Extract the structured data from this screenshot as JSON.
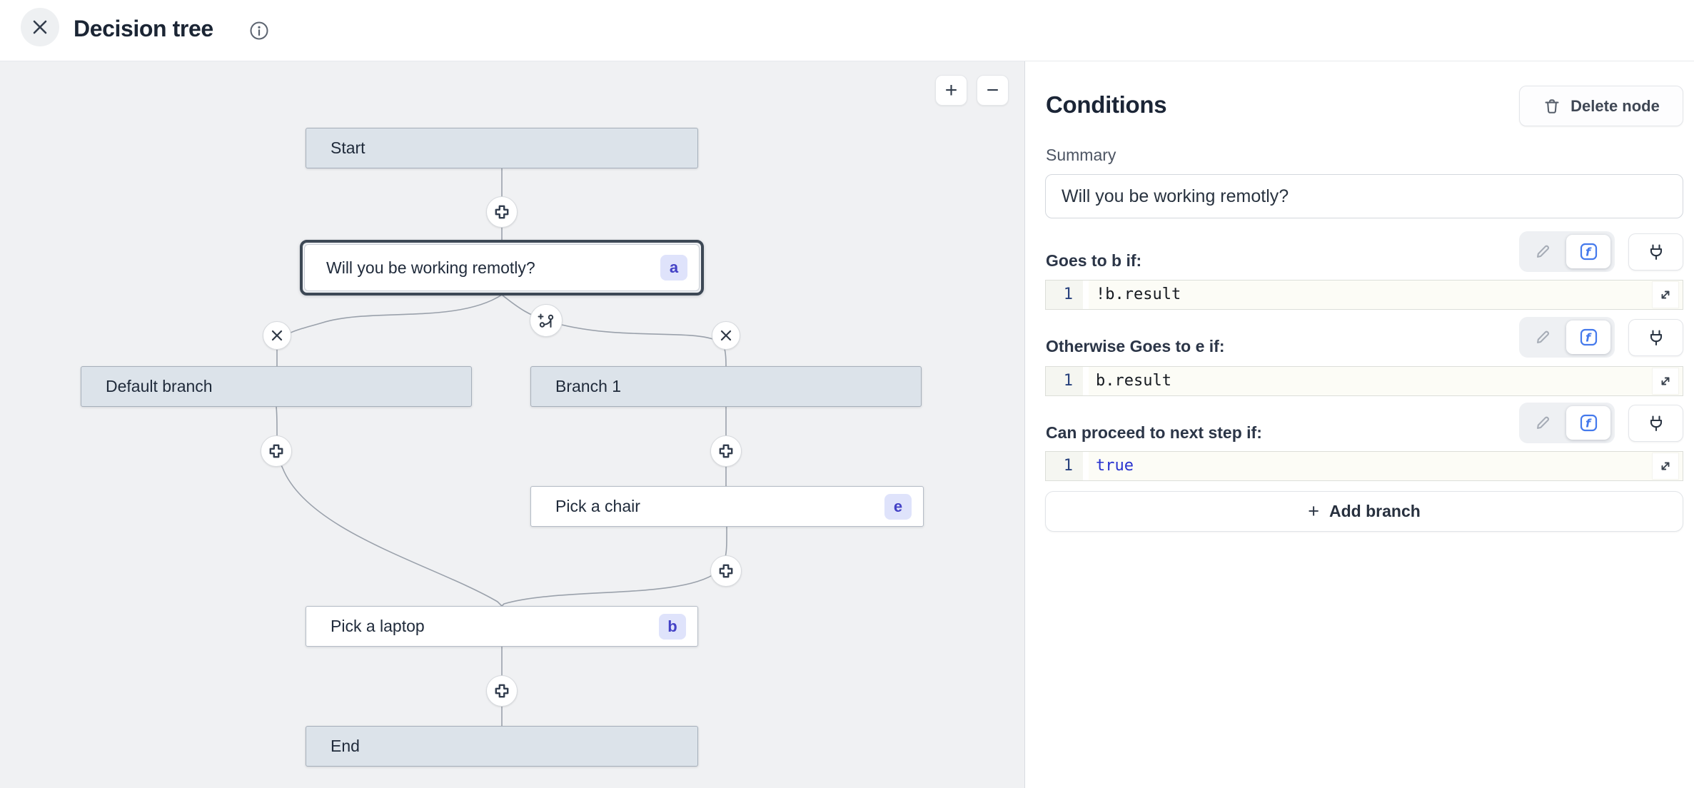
{
  "header": {
    "title": "Decision tree"
  },
  "canvas": {
    "zoom_in": "+",
    "zoom_out": "−",
    "nodes": {
      "start": {
        "label": "Start"
      },
      "decision": {
        "label": "Will you be working remotly?",
        "badge": "a",
        "selected": true
      },
      "default_branch": {
        "label": "Default branch"
      },
      "branch_1": {
        "label": "Branch 1"
      },
      "pick_chair": {
        "label": "Pick a chair",
        "badge": "e"
      },
      "pick_laptop": {
        "label": "Pick a laptop",
        "badge": "b"
      },
      "end": {
        "label": "End"
      }
    }
  },
  "panel": {
    "title": "Conditions",
    "delete_button_label": "Delete node",
    "summary_label": "Summary",
    "summary_value": "Will you be working remotly?",
    "conditions": [
      {
        "label": "Goes to b if:",
        "line_number": "1",
        "code": "!b.result"
      },
      {
        "label": "Otherwise Goes to e if:",
        "line_number": "1",
        "code": "b.result"
      },
      {
        "label": "Can proceed to next step if:",
        "line_number": "1",
        "code": "true"
      }
    ],
    "add_branch_plus": "+",
    "add_branch_label": "Add branch"
  },
  "icons": {
    "close": "✕",
    "info": "ⓘ",
    "trash": "trash-outline",
    "pencil": "✎",
    "function": "ƒ",
    "plug": "power-plug",
    "expand": "⤢",
    "add_node": "✚",
    "remove_branch": "✕",
    "add_branch": "git-branch-plus"
  },
  "colors": {
    "canvas_bg": "#f0f1f3",
    "node_gray": "#dce3ea",
    "selected_border": "#3d4855",
    "badge_bg": "#dfe3fb",
    "badge_text": "#4341c6",
    "accent_blue": "#4479ec",
    "keyword_blue": "#2832cf",
    "edge": "#9aa1ab"
  }
}
